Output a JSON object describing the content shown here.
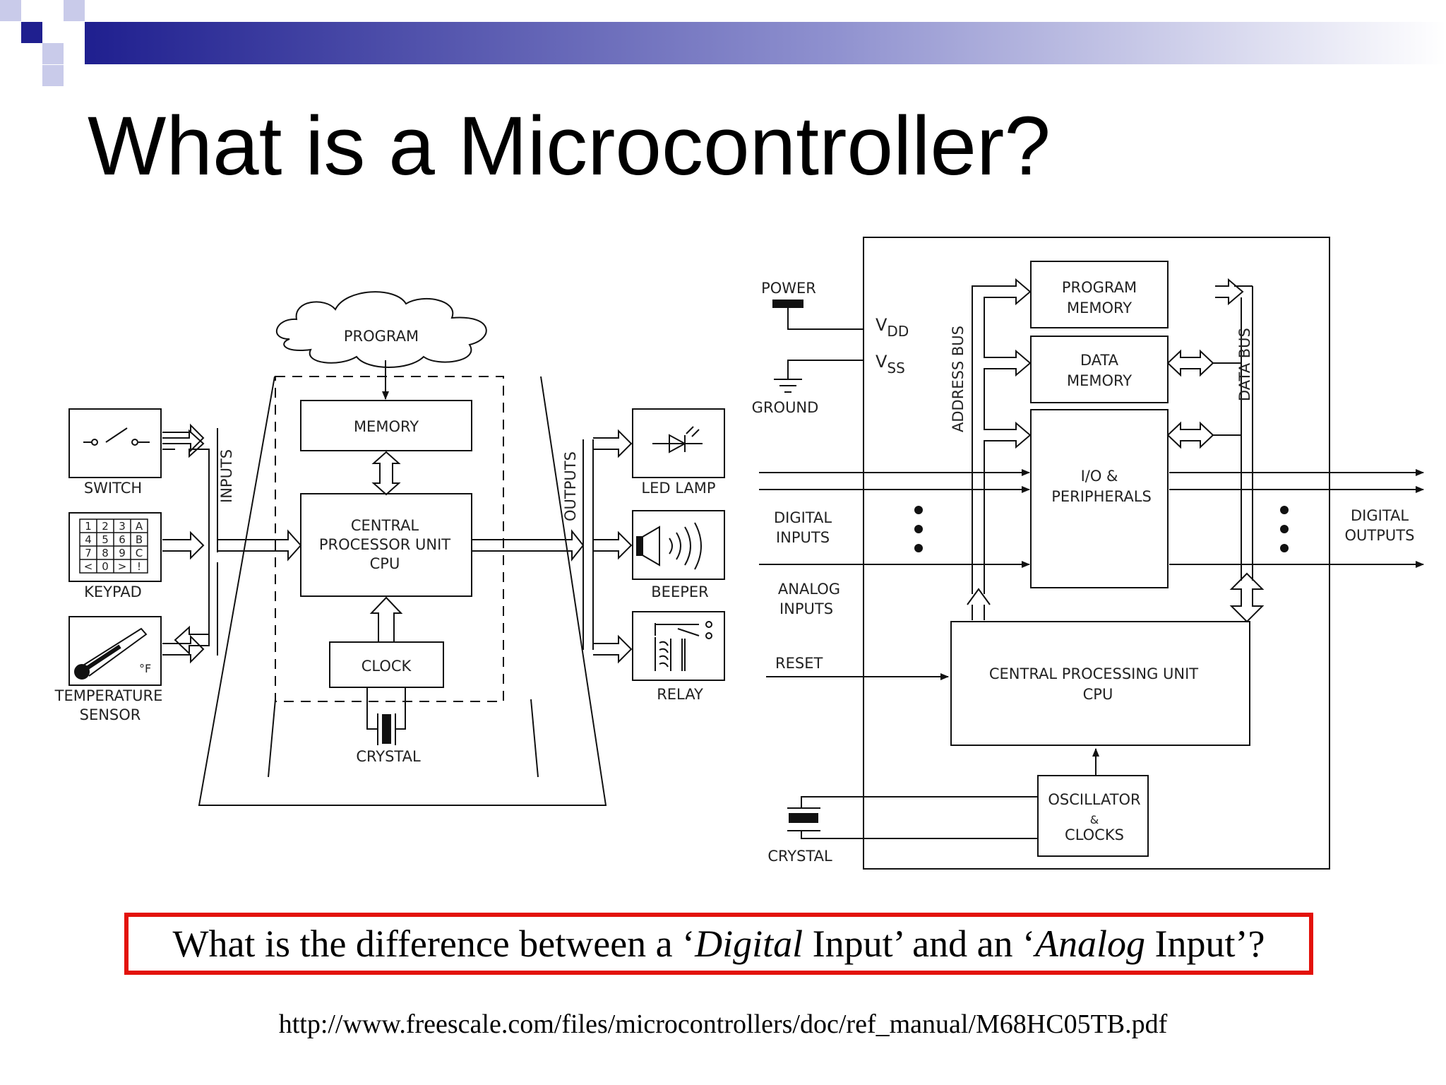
{
  "slide": {
    "title": "What is a Microcontroller?",
    "theme_colors": {
      "accent": "#1f1f8f",
      "fade": "#c9cbea",
      "frame": "#e3120b"
    }
  },
  "left_diagram": {
    "program": "PROGRAM",
    "memory": "MEMORY",
    "cpu_lines": [
      "CENTRAL",
      "PROCESSOR UNIT",
      "CPU"
    ],
    "clock": "CLOCK",
    "crystal": "CRYSTAL",
    "inputs_label": "INPUTS",
    "outputs_label": "OUTPUTS",
    "input_devices": [
      {
        "label_lines": [
          "SWITCH"
        ],
        "icon": "switch-icon"
      },
      {
        "label_lines": [
          "KEYPAD"
        ],
        "icon": "keypad-icon"
      },
      {
        "label_lines": [
          "TEMPERATURE",
          "SENSOR"
        ],
        "icon": "thermometer-icon"
      }
    ],
    "keypad_keys": [
      [
        "1",
        "2",
        "3",
        "A"
      ],
      [
        "4",
        "5",
        "6",
        "B"
      ],
      [
        "7",
        "8",
        "9",
        "C"
      ],
      [
        "<",
        "0",
        ">",
        "!"
      ]
    ],
    "thermometer_unit": "°F",
    "output_devices": [
      {
        "label": "LED LAMP",
        "icon": "led-icon"
      },
      {
        "label": "BEEPER",
        "icon": "speaker-icon"
      },
      {
        "label": "RELAY",
        "icon": "relay-icon"
      }
    ]
  },
  "right_diagram": {
    "power": "POWER",
    "ground": "GROUND",
    "vdd": "V",
    "vdd_sub": "DD",
    "vss": "V",
    "vss_sub": "SS",
    "address_bus": "ADDRESS BUS",
    "data_bus": "DATA BUS",
    "program_memory": [
      "PROGRAM",
      "MEMORY"
    ],
    "data_memory": [
      "DATA",
      "MEMORY"
    ],
    "io": [
      "I/O  &",
      "PERIPHERALS"
    ],
    "digital_inputs": [
      "DIGITAL",
      "INPUTS"
    ],
    "analog_inputs": [
      "ANALOG",
      "INPUTS"
    ],
    "reset": "RESET",
    "digital_outputs": [
      "DIGITAL",
      "OUTPUTS"
    ],
    "cpu": [
      "CENTRAL PROCESSING UNIT",
      "CPU"
    ],
    "oscillator": [
      "OSCILLATOR",
      "&",
      "CLOCKS"
    ],
    "crystal": "CRYSTAL"
  },
  "question": {
    "before": "What is the difference between a ‘",
    "digital": "Digital",
    "middle": " Input’ and an ‘",
    "analog": "Analog",
    "after": " Input’?"
  },
  "source_url": "http://www.freescale.com/files/microcontrollers/doc/ref_manual/M68HC05TB.pdf"
}
